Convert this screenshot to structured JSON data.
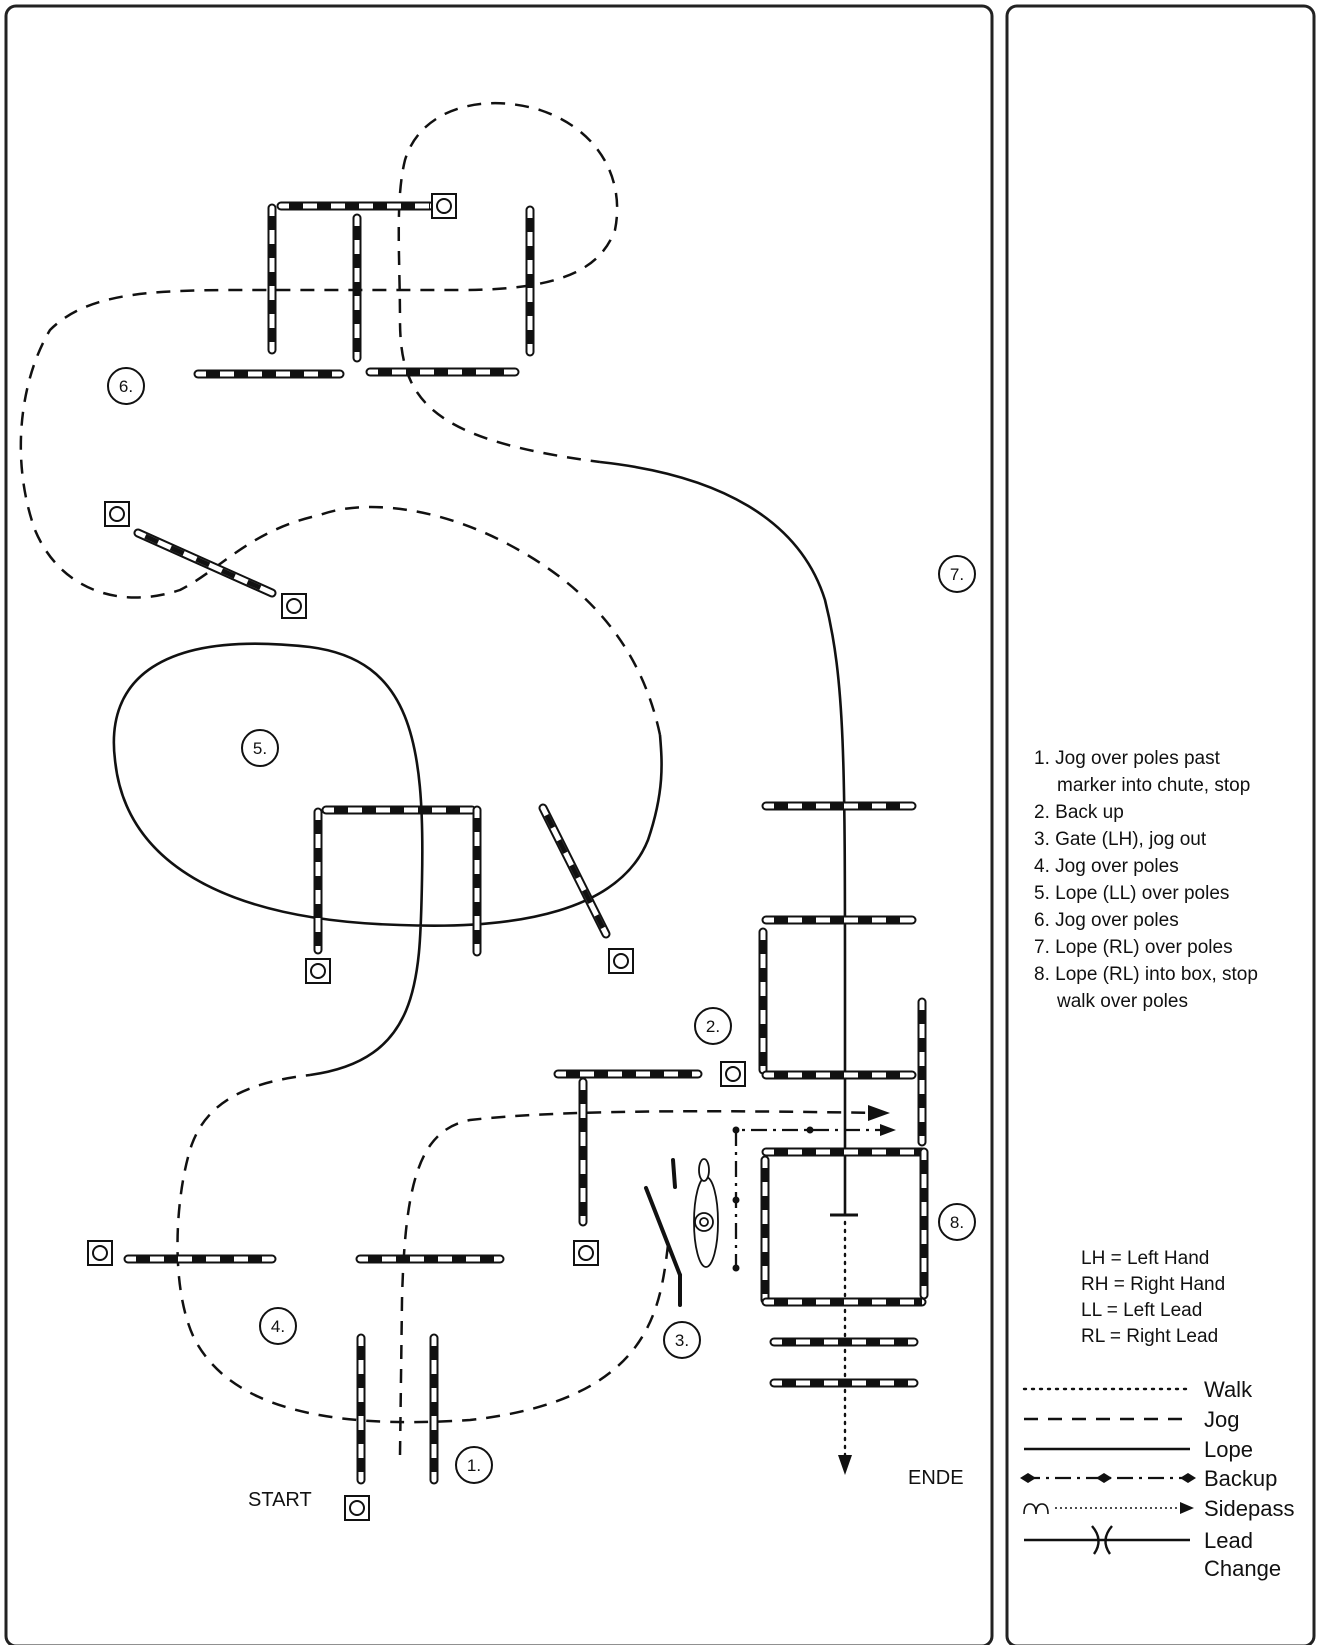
{
  "course": {
    "start_label": "START",
    "end_label": "ENDE",
    "markers": [
      "1.",
      "2.",
      "3.",
      "4.",
      "5.",
      "6.",
      "7.",
      "8."
    ]
  },
  "instructions": [
    {
      "num": "1.",
      "lines": [
        "Jog over poles past",
        "marker into chute, stop"
      ]
    },
    {
      "num": "2.",
      "lines": [
        "Back up"
      ]
    },
    {
      "num": "3.",
      "lines": [
        "Gate (LH), jog out"
      ]
    },
    {
      "num": "4.",
      "lines": [
        "Jog over poles"
      ]
    },
    {
      "num": "5.",
      "lines": [
        "Lope (LL) over poles"
      ]
    },
    {
      "num": "6.",
      "lines": [
        "Jog over poles"
      ]
    },
    {
      "num": "7.",
      "lines": [
        "Lope (RL) over poles"
      ]
    },
    {
      "num": "8.",
      "lines": [
        "Lope (RL) into box, stop",
        "walk over poles"
      ]
    }
  ],
  "abbreviations": [
    "LH = Left Hand",
    "RH = Right Hand",
    "LL = Left Lead",
    "RL = Right Lead"
  ],
  "legend": {
    "walk": "Walk",
    "jog": "Jog",
    "lope": "Lope",
    "backup": "Backup",
    "sidepass": "Sidepass",
    "lead_change_1": "Lead",
    "lead_change_2": "Change"
  }
}
